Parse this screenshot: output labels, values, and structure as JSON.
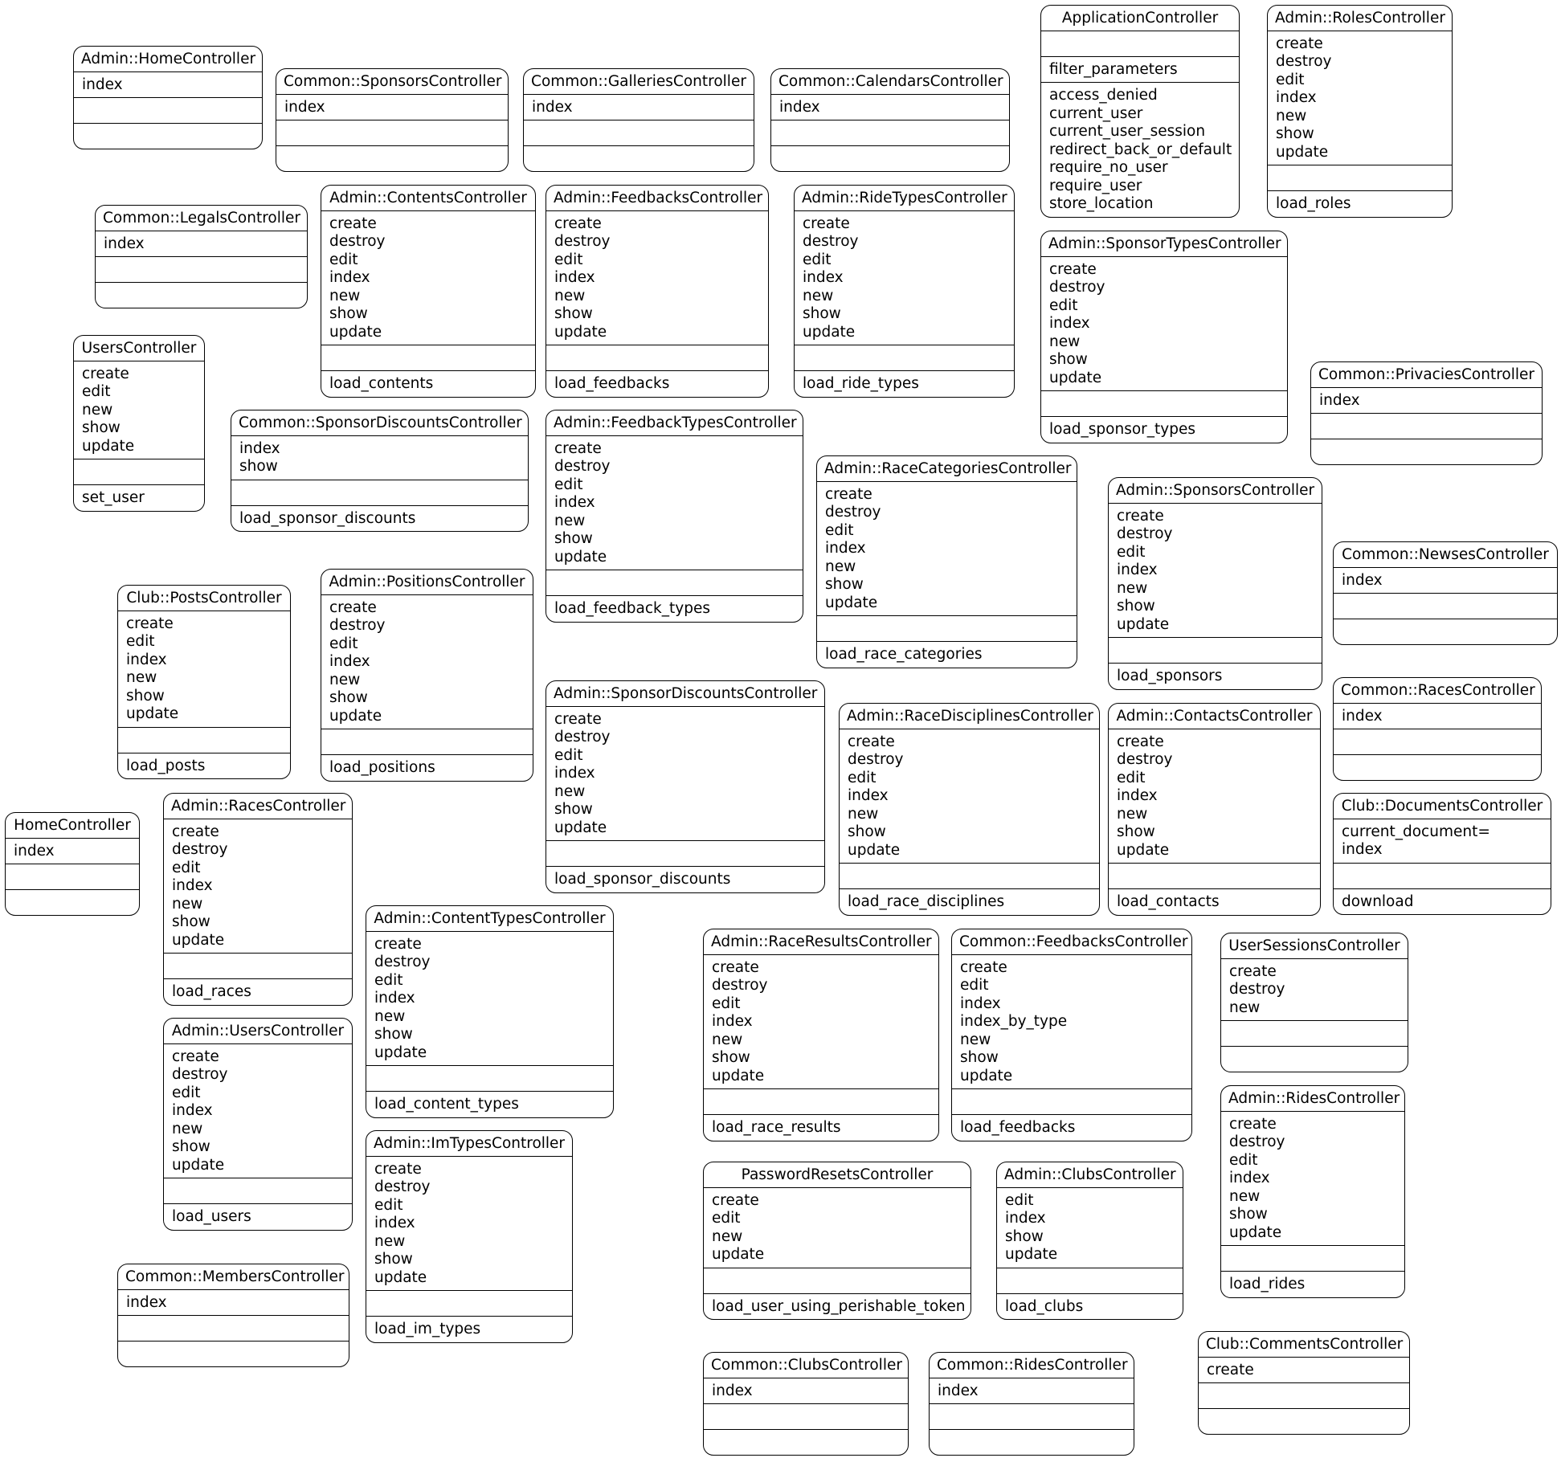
{
  "classes": [
    {
      "name": "Admin::HomeController",
      "attributes": [
        "index"
      ],
      "operations": [],
      "private": []
    },
    {
      "name": "Common::SponsorsController",
      "attributes": [
        "index"
      ],
      "operations": [],
      "private": []
    },
    {
      "name": "Common::GalleriesController",
      "attributes": [
        "index"
      ],
      "operations": [],
      "private": []
    },
    {
      "name": "Common::CalendarsController",
      "attributes": [
        "index"
      ],
      "operations": [],
      "private": []
    },
    {
      "name": "ApplicationController",
      "attributes": [],
      "operations": [
        "filter_parameters"
      ],
      "private": [
        "access_denied",
        "current_user",
        "current_user_session",
        "redirect_back_or_default",
        "require_no_user",
        "require_user",
        "store_location"
      ]
    },
    {
      "name": "Admin::RolesController",
      "attributes": [
        "create",
        "destroy",
        "edit",
        "index",
        "new",
        "show",
        "update"
      ],
      "operations": [],
      "private": [
        "load_roles"
      ]
    },
    {
      "name": "Common::LegalsController",
      "attributes": [
        "index"
      ],
      "operations": [],
      "private": []
    },
    {
      "name": "Admin::ContentsController",
      "attributes": [
        "create",
        "destroy",
        "edit",
        "index",
        "new",
        "show",
        "update"
      ],
      "operations": [],
      "private": [
        "load_contents"
      ]
    },
    {
      "name": "Admin::FeedbacksController",
      "attributes": [
        "create",
        "destroy",
        "edit",
        "index",
        "new",
        "show",
        "update"
      ],
      "operations": [],
      "private": [
        "load_feedbacks"
      ]
    },
    {
      "name": "Admin::RideTypesController",
      "attributes": [
        "create",
        "destroy",
        "edit",
        "index",
        "new",
        "show",
        "update"
      ],
      "operations": [],
      "private": [
        "load_ride_types"
      ]
    },
    {
      "name": "Admin::SponsorTypesController",
      "attributes": [
        "create",
        "destroy",
        "edit",
        "index",
        "new",
        "show",
        "update"
      ],
      "operations": [],
      "private": [
        "load_sponsor_types"
      ]
    },
    {
      "name": "UsersController",
      "attributes": [
        "create",
        "edit",
        "new",
        "show",
        "update"
      ],
      "operations": [],
      "private": [
        "set_user"
      ]
    },
    {
      "name": "Common::SponsorDiscountsController",
      "attributes": [
        "index",
        "show"
      ],
      "operations": [],
      "private": [
        "load_sponsor_discounts"
      ]
    },
    {
      "name": "Admin::FeedbackTypesController",
      "attributes": [
        "create",
        "destroy",
        "edit",
        "index",
        "new",
        "show",
        "update"
      ],
      "operations": [],
      "private": [
        "load_feedback_types"
      ]
    },
    {
      "name": "Common::PrivaciesController",
      "attributes": [
        "index"
      ],
      "operations": [],
      "private": []
    },
    {
      "name": "Admin::RaceCategoriesController",
      "attributes": [
        "create",
        "destroy",
        "edit",
        "index",
        "new",
        "show",
        "update"
      ],
      "operations": [],
      "private": [
        "load_race_categories"
      ]
    },
    {
      "name": "Admin::SponsorsController",
      "attributes": [
        "create",
        "destroy",
        "edit",
        "index",
        "new",
        "show",
        "update"
      ],
      "operations": [],
      "private": [
        "load_sponsors"
      ]
    },
    {
      "name": "Common::NewsesController",
      "attributes": [
        "index"
      ],
      "operations": [],
      "private": []
    },
    {
      "name": "Club::PostsController",
      "attributes": [
        "create",
        "edit",
        "index",
        "new",
        "show",
        "update"
      ],
      "operations": [],
      "private": [
        "load_posts"
      ]
    },
    {
      "name": "Admin::PositionsController",
      "attributes": [
        "create",
        "destroy",
        "edit",
        "index",
        "new",
        "show",
        "update"
      ],
      "operations": [],
      "private": [
        "load_positions"
      ]
    },
    {
      "name": "Admin::SponsorDiscountsController",
      "attributes": [
        "create",
        "destroy",
        "edit",
        "index",
        "new",
        "show",
        "update"
      ],
      "operations": [],
      "private": [
        "load_sponsor_discounts"
      ]
    },
    {
      "name": "Common::RacesController",
      "attributes": [
        "index"
      ],
      "operations": [],
      "private": []
    },
    {
      "name": "Admin::RaceDisciplinesController",
      "attributes": [
        "create",
        "destroy",
        "edit",
        "index",
        "new",
        "show",
        "update"
      ],
      "operations": [],
      "private": [
        "load_race_disciplines"
      ]
    },
    {
      "name": "Admin::ContactsController",
      "attributes": [
        "create",
        "destroy",
        "edit",
        "index",
        "new",
        "show",
        "update"
      ],
      "operations": [],
      "private": [
        "load_contacts"
      ]
    },
    {
      "name": "HomeController",
      "attributes": [
        "index"
      ],
      "operations": [],
      "private": []
    },
    {
      "name": "Admin::RacesController",
      "attributes": [
        "create",
        "destroy",
        "edit",
        "index",
        "new",
        "show",
        "update"
      ],
      "operations": [],
      "private": [
        "load_races"
      ]
    },
    {
      "name": "Club::DocumentsController",
      "attributes": [
        "current_document=",
        "index"
      ],
      "operations": [],
      "private": [
        "download"
      ]
    },
    {
      "name": "Admin::ContentTypesController",
      "attributes": [
        "create",
        "destroy",
        "edit",
        "index",
        "new",
        "show",
        "update"
      ],
      "operations": [],
      "private": [
        "load_content_types"
      ]
    },
    {
      "name": "Admin::RaceResultsController",
      "attributes": [
        "create",
        "destroy",
        "edit",
        "index",
        "new",
        "show",
        "update"
      ],
      "operations": [],
      "private": [
        "load_race_results"
      ]
    },
    {
      "name": "Common::FeedbacksController",
      "attributes": [
        "create",
        "edit",
        "index",
        "index_by_type",
        "new",
        "show",
        "update"
      ],
      "operations": [],
      "private": [
        "load_feedbacks"
      ]
    },
    {
      "name": "UserSessionsController",
      "attributes": [
        "create",
        "destroy",
        "new"
      ],
      "operations": [],
      "private": []
    },
    {
      "name": "Admin::UsersController",
      "attributes": [
        "create",
        "destroy",
        "edit",
        "index",
        "new",
        "show",
        "update"
      ],
      "operations": [],
      "private": [
        "load_users"
      ]
    },
    {
      "name": "Admin::RidesController",
      "attributes": [
        "create",
        "destroy",
        "edit",
        "index",
        "new",
        "show",
        "update"
      ],
      "operations": [],
      "private": [
        "load_rides"
      ]
    },
    {
      "name": "Admin::ImTypesController",
      "attributes": [
        "create",
        "destroy",
        "edit",
        "index",
        "new",
        "show",
        "update"
      ],
      "operations": [],
      "private": [
        "load_im_types"
      ]
    },
    {
      "name": "PasswordResetsController",
      "attributes": [
        "create",
        "edit",
        "new",
        "update"
      ],
      "operations": [],
      "private": [
        "load_user_using_perishable_token"
      ]
    },
    {
      "name": "Admin::ClubsController",
      "attributes": [
        "edit",
        "index",
        "show",
        "update"
      ],
      "operations": [],
      "private": [
        "load_clubs"
      ]
    },
    {
      "name": "Common::MembersController",
      "attributes": [
        "index"
      ],
      "operations": [],
      "private": []
    },
    {
      "name": "Club::CommentsController",
      "attributes": [
        "create"
      ],
      "operations": [],
      "private": []
    },
    {
      "name": "Common::ClubsController",
      "attributes": [
        "index"
      ],
      "operations": [],
      "private": []
    },
    {
      "name": "Common::RidesController",
      "attributes": [
        "index"
      ],
      "operations": [],
      "private": []
    }
  ]
}
